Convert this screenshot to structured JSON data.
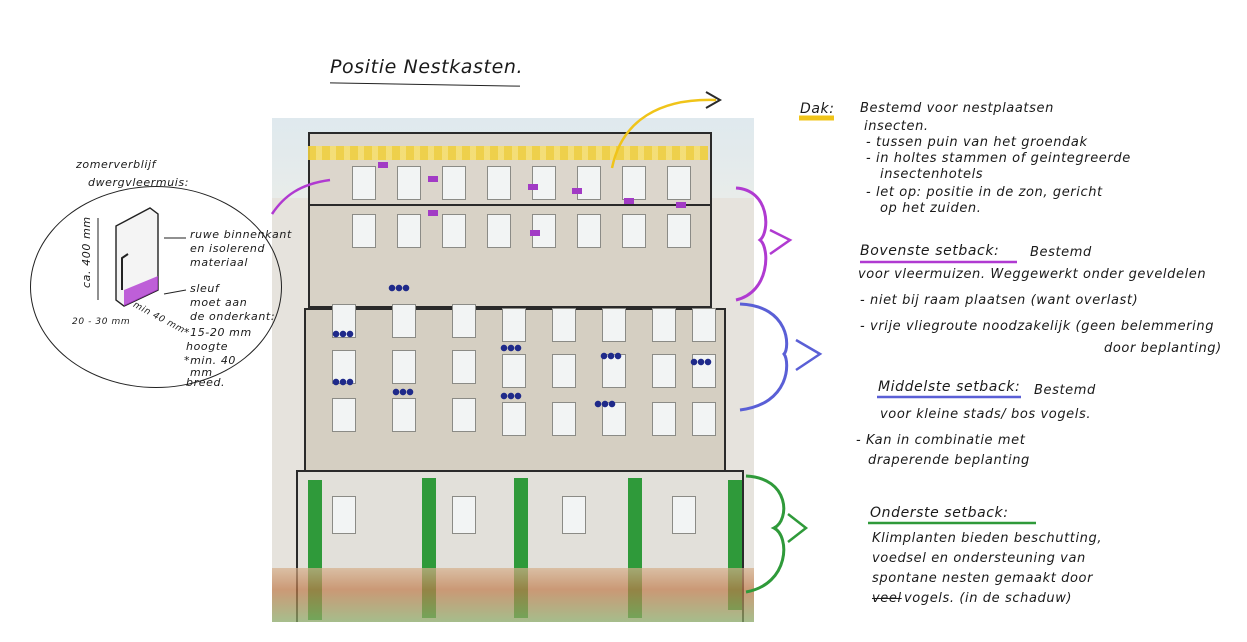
{
  "title": "Positie Nestkasten.",
  "inset": {
    "heading_1": "zomerverblijf",
    "heading_2": "dwergvleermuis:",
    "dim_height": "ca. 400 mm",
    "dim_width": "20 - 30 mm",
    "dim_depth": "min 40 mm",
    "label_1": "ruwe binnenkant",
    "label_2": "en isolerend",
    "label_3": "materiaal",
    "label_4": "sleuf",
    "label_5": "moet aan",
    "label_6": "de onderkant:",
    "label_7": "*15-20 mm",
    "label_8": "hoogte",
    "label_9": "*min. 40",
    "label_10": "mm",
    "label_11": "breed."
  },
  "dak": {
    "label": "Dak:",
    "line_1": "Bestemd voor nestplaatsen",
    "line_2": "insecten.",
    "line_3": "- tussen puin van het groendak",
    "line_4": "- in holtes stammen of geintegreerde",
    "line_5": "insectenhotels",
    "line_6": "- let op: positie in de zon, gericht",
    "line_7": "op het zuiden."
  },
  "bovenste": {
    "label": "Bovenste setback:",
    "line_1": "Bestemd",
    "line_2": "voor vleermuizen. Weggewerkt onder geveldelen",
    "line_3": "- niet bij raam plaatsen (want overlast)",
    "line_4": "- vrije vliegroute noodzakelijk (geen belemmering",
    "line_5": "door beplanting)"
  },
  "middelste": {
    "label": "Middelste setback:",
    "line_1": "Bestemd",
    "line_2": "voor kleine stads/ bos vogels.",
    "line_3": "- Kan in combinatie met",
    "line_4": "draperende beplanting"
  },
  "onderste": {
    "label": "Onderste setback:",
    "line_1": "Klimplanten bieden beschutting,",
    "line_2": "voedsel en ondersteuning van",
    "line_3": "spontane nesten gemaakt door",
    "line_4": "vogels. (in de schaduw)",
    "strike": "veel"
  },
  "colors": {
    "yellow": "#f0c419",
    "purple": "#b03ad1",
    "blue": "#5a5fd6",
    "green": "#2f9a3a"
  }
}
